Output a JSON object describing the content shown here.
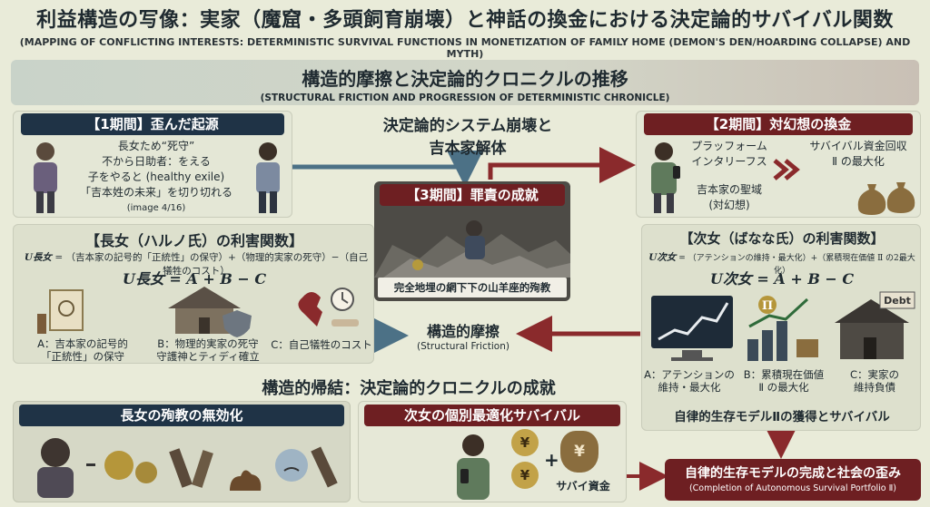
{
  "title": "利益構造の写像：実家（魔窟・多頭飼育崩壊）と神話の換金における決定論的サバイバル関数",
  "subtitle": "(MAPPING OF CONFLICTING INTERESTS: DETERMINISTIC SURVIVAL FUNCTIONS IN MONETIZATION OF FAMILY HOME (DEMON'S DEN/HOARDING COLLAPSE) AND MYTH)",
  "banner": {
    "title": "構造的摩擦と決定論的クロニクルの推移",
    "subtitle": "(STRUCTURAL FRICTION AND PROGRESSION OF DETERMINISTIC CHRONICLE)"
  },
  "period1": {
    "header": "【1期間】歪んだ起源",
    "lines": [
      "長女ため“死守”",
      "不から日助者：をえる",
      "子をやると (healthy exile)",
      "「吉本姓の未来」を切り切れる",
      "(image 4/16)"
    ]
  },
  "collapse": {
    "line1": "決定論的システム崩壊と",
    "line2": "吉本家解体"
  },
  "period2": {
    "header": "【2期間】対幻想の換金",
    "platform": [
      "プラッフォーム",
      "インタリーフス"
    ],
    "sanctuary": [
      "吉本家の聖域",
      "(対幻想)"
    ],
    "survival": [
      "サバイバル資金回収",
      "Ⅱ の最大化"
    ]
  },
  "period3": {
    "header": "【3期間】罪責の成就",
    "caption": "完全地埋の網下下の山羊座的殉教"
  },
  "elder": {
    "header": "【長女（ハルノ氏）の利害関数】",
    "formula_lhs": "U長女",
    "formula_rhs": "（吉本家の記号的「正統性」の保守）+（物理的実家の死守）−（自己犠牲のコスト）",
    "equation": "U長女 = A + B − C",
    "a": [
      "A：吉本家の記号的",
      "「正統性」の保守"
    ],
    "b": [
      "B：物理的実家の死守",
      "守護神とティディ確立"
    ],
    "c": "C：自己犠牲のコスト"
  },
  "younger": {
    "header": "【次女（ばなな氏）の利害関数】",
    "formula_lhs": "U次女",
    "formula_rhs": "（アテンションの維持・最大化）+（累積現在価値 Ⅱ の2最大化）",
    "equation": "U次女 = A + B − C",
    "a": [
      "A：アテンションの",
      "維持・最大化"
    ],
    "b": [
      "B：累積現在価値",
      "Ⅱ の最大化"
    ],
    "c": [
      "C：実家の",
      "維持負債"
    ],
    "debt": "Debt",
    "pi": "Π",
    "result": "自律的生存モデルⅡの獲得とサバイバル"
  },
  "friction": {
    "title": "構造的摩擦",
    "sub": "(Structural Friction)"
  },
  "conclusion": {
    "title": "構造的帰結：決定論的クロニクルの成就",
    "elder_header": "長女の殉教の無効化",
    "younger_header": "次女の個別最適化サバイバル",
    "funds": "サバイ資金",
    "yen": "¥",
    "plus": "+",
    "final_title": "自律的生存モデルの完成と社会の歪み",
    "final_sub": "(Completion of Autonomous Survival Portfolio Ⅱ)"
  },
  "colors": {
    "navy": "#1f3346",
    "maroon": "#6e1f22",
    "bg": "#e9ebd9",
    "blue_arrow": "#4c7186",
    "red_arrow": "#8a2a2c"
  }
}
